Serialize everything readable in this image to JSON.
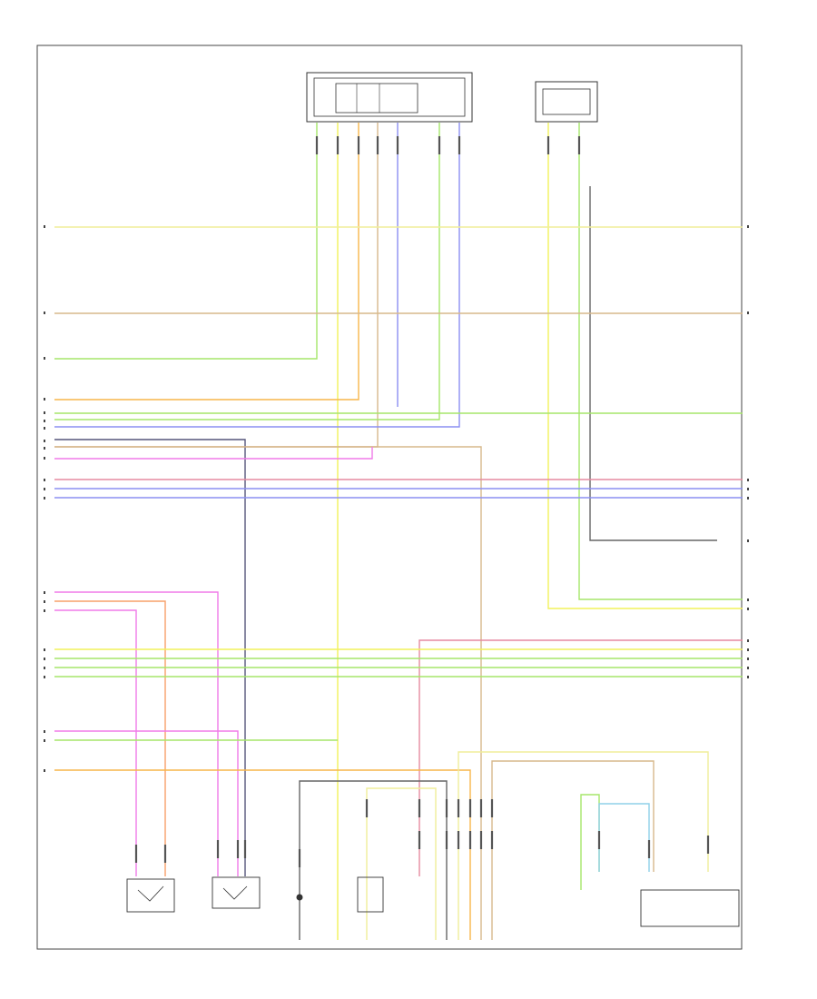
{
  "colors": {
    "yellow": "#f2f25a",
    "lightyellow": "#f0ee9a",
    "green": "#a6e66a",
    "orange": "#f7b64a",
    "blue": "#8b8ff2",
    "pink": "#f07ae8",
    "red": "#ee8686",
    "brown": "#d7b88c",
    "gray": "#666666",
    "darkblue": "#55557a"
  },
  "icons": [
    "switch-symbol",
    "ground-symbol",
    "connector-pin"
  ]
}
